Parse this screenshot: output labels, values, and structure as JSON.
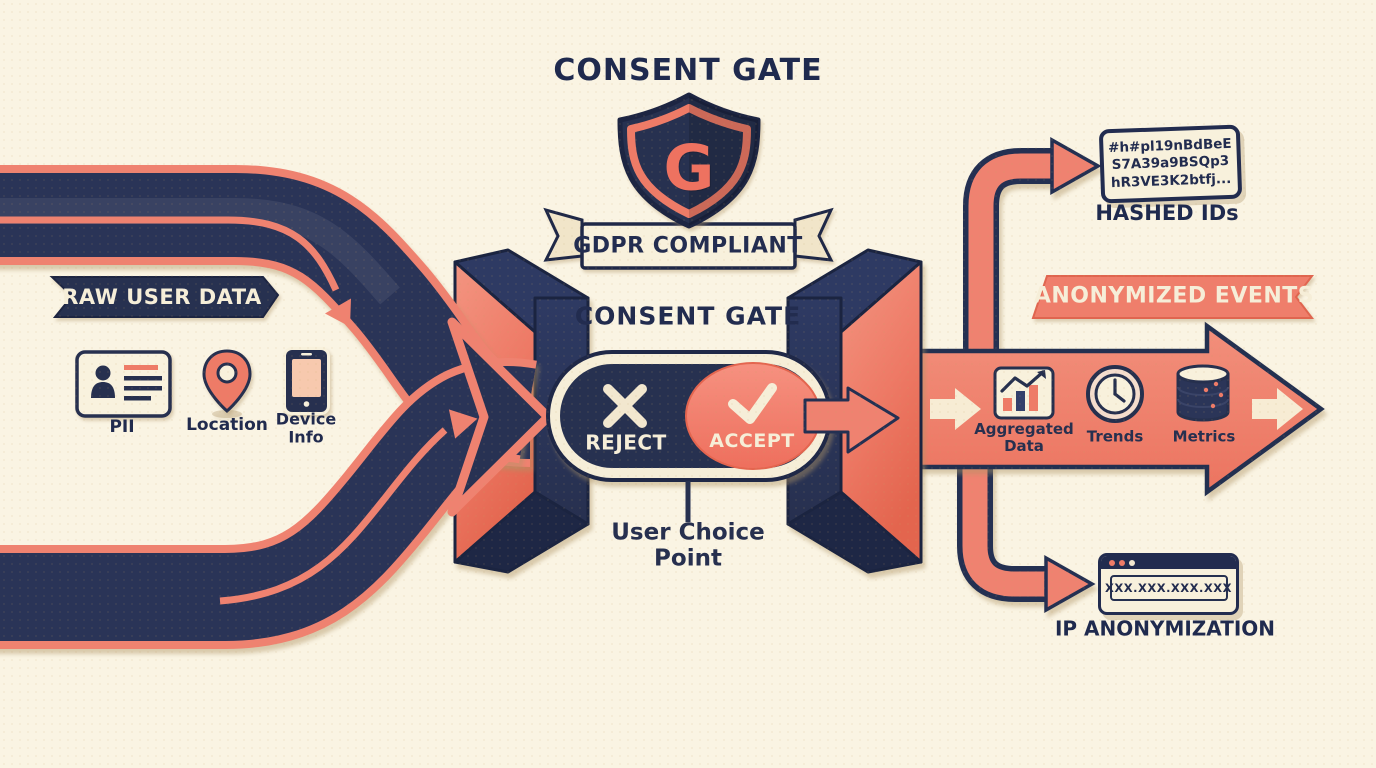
{
  "colors": {
    "background": "#faf4e3",
    "navy": "#27304f",
    "navy_dark": "#1d2542",
    "navy_light": "#2f3b66",
    "coral": "#ee7b67",
    "coral_light": "#f4937f",
    "coral_dark": "#e06a52",
    "cream": "#f8f1dc",
    "cream_text": "#f6eed8"
  },
  "title": "CONSENT GATE",
  "shield": {
    "letter": "G",
    "ribbon": "GDPR COMPLIANT",
    "icon": "shield-icon"
  },
  "inputs": {
    "banner": "RAW USER DATA",
    "items": [
      {
        "icon": "id-card-icon",
        "label": "PII"
      },
      {
        "icon": "map-pin-icon",
        "label": "Location"
      },
      {
        "icon": "smartphone-icon",
        "label": "Device Info"
      }
    ]
  },
  "gate": {
    "label": "CONSENT GATE",
    "reject": "REJECT",
    "accept": "ACCEPT",
    "reject_icon": "x-mark-icon",
    "accept_icon": "check-mark-icon",
    "choice": "User Choice Point"
  },
  "outputs": {
    "hashed": {
      "lines": [
        "#h#pl19nBdBeE",
        "S7A39a9BSQp3",
        "hR3VE3K2btfj..."
      ],
      "label": "HASHED IDs"
    },
    "events_banner": "ANONYMIZED EVENTS",
    "stream": [
      {
        "icon": "bar-chart-icon",
        "label": "Aggregated Data"
      },
      {
        "icon": "clock-icon",
        "label": "Trends"
      },
      {
        "icon": "database-icon",
        "label": "Metrics"
      }
    ],
    "ip": {
      "value": "XXX.XXX.XXX.XXX",
      "label": "IP ANONYMIZATION"
    }
  }
}
